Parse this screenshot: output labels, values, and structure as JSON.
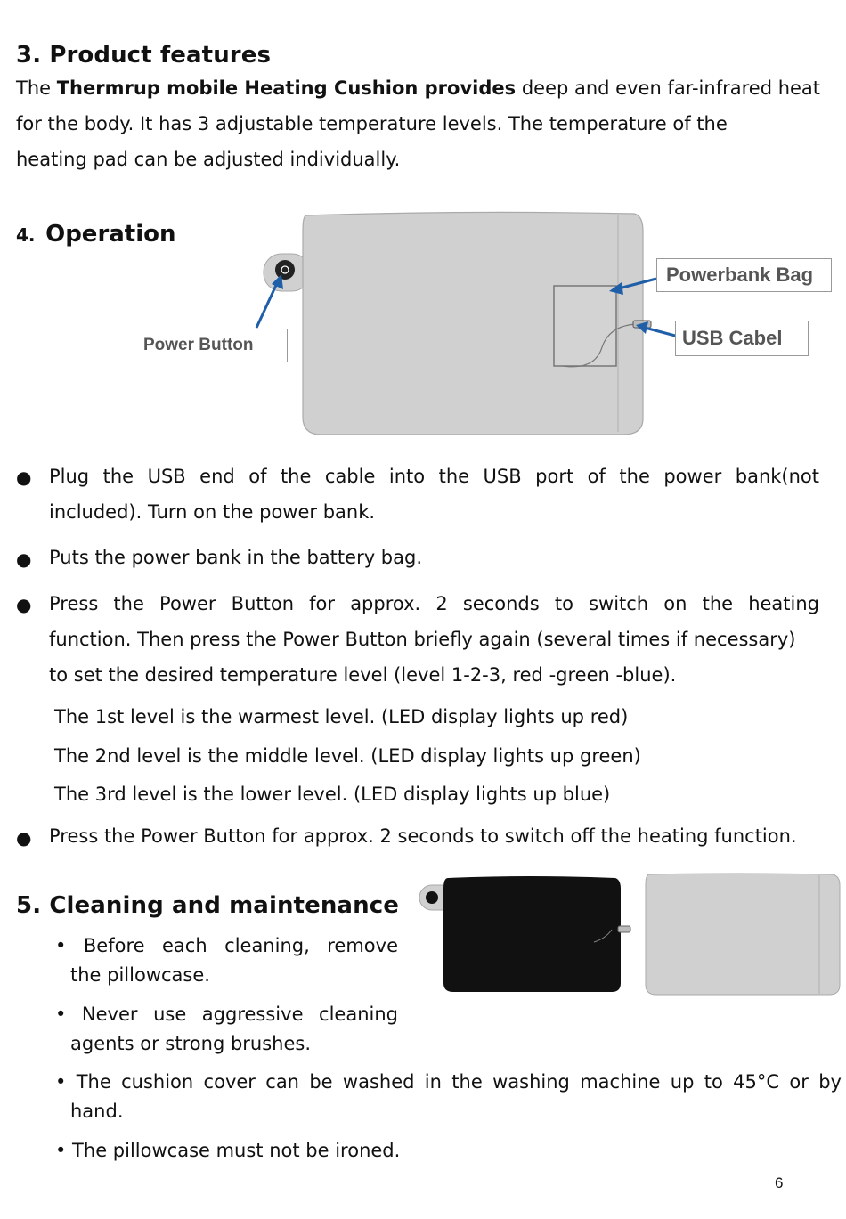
{
  "section3": {
    "heading": "3.   Product features",
    "p_prefix": "The ",
    "p_bold": "Thermrup mobile Heating Cushion provides",
    "p_rest": " deep and even far-infrared heat",
    "line2": "for the body. It has 3 adjustable temperature levels. The temperature of the",
    "line3": "heating pad can be adjusted individually."
  },
  "section4": {
    "heading_num": "4.",
    "heading_text": "Operation",
    "labels": {
      "power_button": "Power Button",
      "powerbank_bag": "Powerbank Bag",
      "usb_cable": "USB Cabel"
    },
    "bullets": [
      {
        "line1": "Plug the USB end of the cable into the USB port of the power bank(not",
        "line2": "included). Turn on the power bank."
      },
      {
        "line1": "Puts the power bank in the battery bag."
      },
      {
        "line1": "Press the Power Button for approx. 2 seconds to switch on the heating",
        "line2": "function. Then press the Power Button briefly again (several times if necessary)",
        "line3": "to set the desired temperature level (level 1-2-3, red -green -blue)."
      }
    ],
    "levels": [
      "The 1st level is the warmest level. (LED display lights up red)",
      "The 2nd level is the middle level. (LED display lights up green)",
      "The 3rd level is the lower level. (LED display lights up blue)"
    ],
    "last_bullet": "Press the Power Button for approx. 2 seconds to switch off the heating function."
  },
  "section5": {
    "heading": "5.   Cleaning and maintenance",
    "items": [
      {
        "line1": "•  Before each cleaning, remove",
        "line2": "the pillowcase."
      },
      {
        "line1": "•  Never use aggressive cleaning",
        "line2": "agents or strong brushes."
      },
      {
        "line1": "• The cushion cover can be washed in the washing machine up to 45°C or by",
        "line2": "hand."
      },
      {
        "line1": "• The pillowcase must not be ironed."
      }
    ]
  },
  "page_number": "6",
  "colors": {
    "arrow": "#1f5fa8",
    "cushion_fill": "#d0d0d0",
    "heater_fill": "#111111"
  }
}
